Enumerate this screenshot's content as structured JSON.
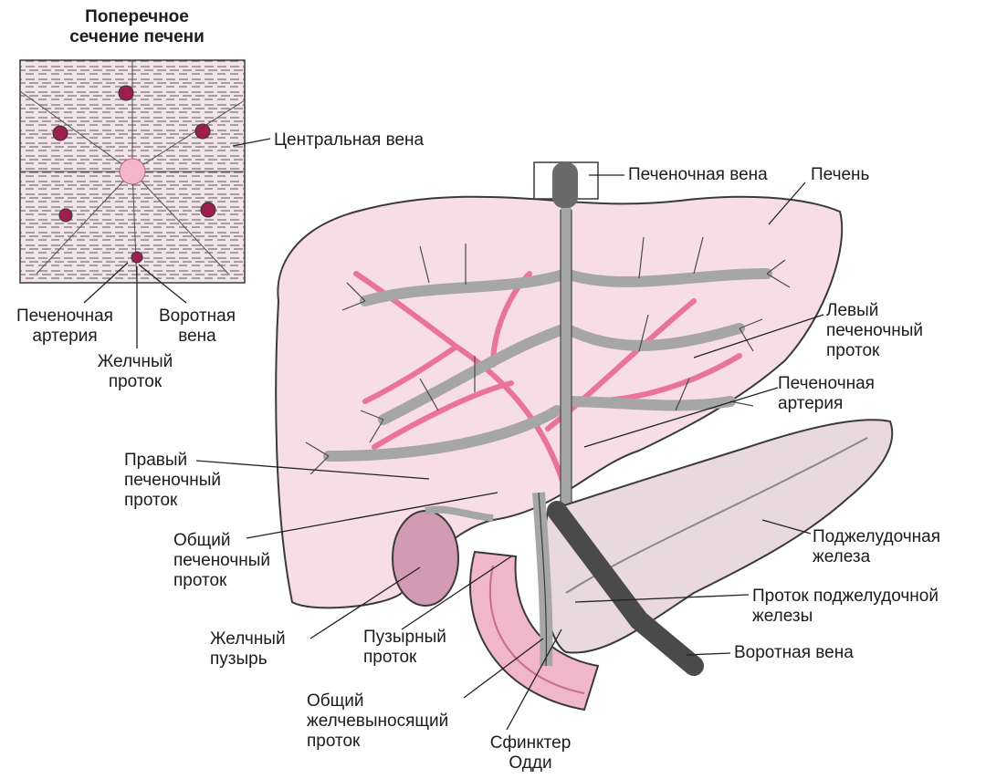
{
  "inset": {
    "title": "Поперечное\nсечение печени",
    "central_vein": "Центральная вена",
    "hepatic_artery": "Печеночная\nартерия",
    "portal_vein": "Воротная\nвена",
    "bile_duct": "Желчный\nпроток"
  },
  "main": {
    "hepatic_vein": "Печеночная вена",
    "liver": "Печень",
    "left_hepatic_duct": "Левый\nпеченочный\nпроток",
    "hepatic_artery": "Печеночная\nартерия",
    "right_hepatic_duct": "Правый\nпеченочный\nпроток",
    "common_hepatic_duct": "Общий\nпеченочный\nпроток",
    "pancreas": "Поджелудочная\nжелеза",
    "pancreatic_duct": "Проток поджелудочной\nжелезы",
    "portal_vein": "Воротная вена",
    "gallbladder": "Желчный\nпузырь",
    "cystic_duct": "Пузырный\nпроток",
    "common_bile_duct": "Общий\nжелчевыносящий\nпроток",
    "sphincter": "Сфинктер\nОдди"
  },
  "colors": {
    "liver": "#f7dde6",
    "pink": "#e9739b",
    "gray": "#a6a6a6",
    "outline": "#3a3a3a",
    "gallbladder": "#d39ab4",
    "pancreas": "#ead8df",
    "duodenum": "#f0b6ca",
    "vein_dark": "#4a4a4a"
  }
}
